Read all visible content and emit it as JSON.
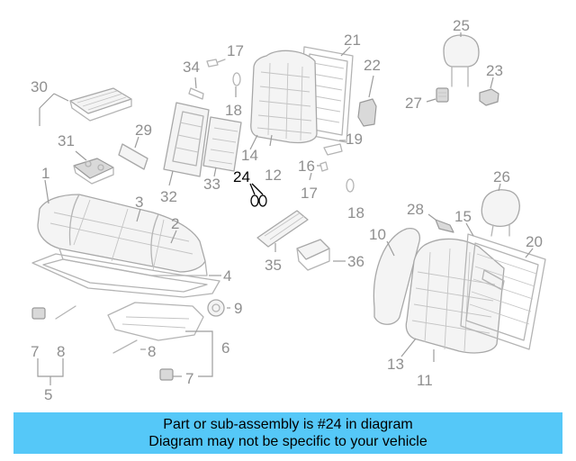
{
  "labels": {
    "l1": "1",
    "l2": "2",
    "l3": "3",
    "l4": "4",
    "l5": "5",
    "l6": "6",
    "l7a": "7",
    "l7b": "7",
    "l8a": "8",
    "l8b": "8",
    "l9": "9",
    "l10": "10",
    "l11": "11",
    "l12": "12",
    "l13": "13",
    "l14": "14",
    "l15": "15",
    "l16": "16",
    "l17a": "17",
    "l17b": "17",
    "l18a": "18",
    "l18b": "18",
    "l19": "19",
    "l20": "20",
    "l21": "21",
    "l22": "22",
    "l23": "23",
    "l24": "24",
    "l25": "25",
    "l26": "26",
    "l27": "27",
    "l28": "28",
    "l29": "29",
    "l30": "30",
    "l31": "31",
    "l32": "32",
    "l33": "33",
    "l34": "34",
    "l35": "35",
    "l36": "36"
  },
  "highlighted_part": "24",
  "colors": {
    "banner": "#55c8f8",
    "part_line": "#b4b4b4",
    "label": "#8f8f8f",
    "highlight": "#000000"
  },
  "banner": {
    "line1": "Part or sub-assembly is #24 in diagram",
    "line2": "Diagram may not be specific to your vehicle"
  }
}
